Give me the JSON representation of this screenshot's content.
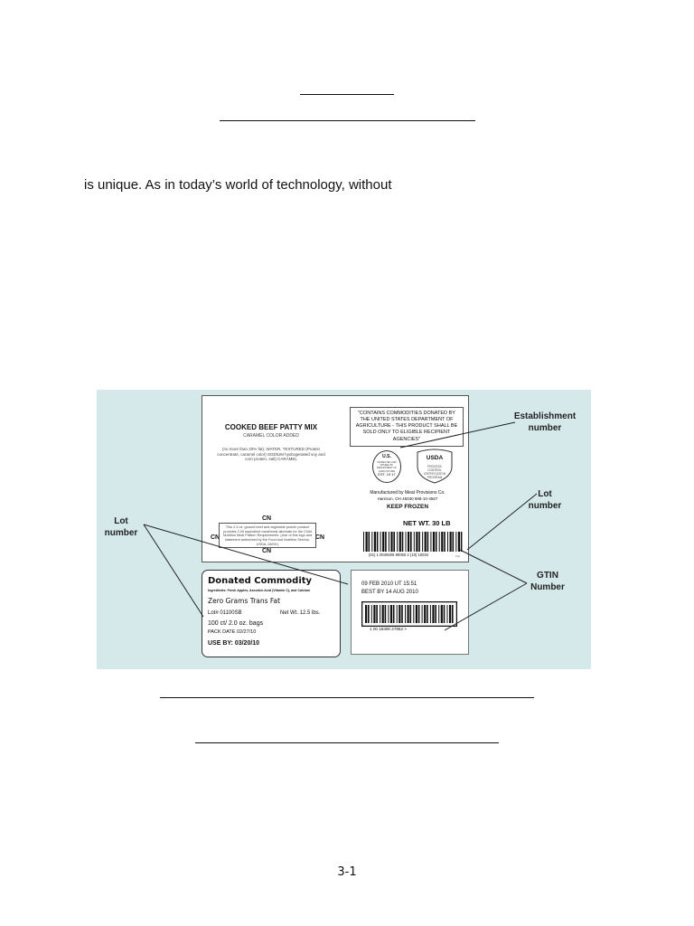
{
  "body": {
    "fragment": "is unique. As in today’s world of technology, without",
    "page_number": "3-1"
  },
  "figure": {
    "top_label": {
      "product_name": "COOKED BEEF PATTY MIX",
      "color_note": "CARAMEL COLOR ADDED",
      "ingredients_text": "(no more than 20% fat), WATER, TEXTURED (Protein concentrate, caramel color) SODIUM hydrogenated soy and corn protein, salt) CARAMEL",
      "cn_marker": "CN",
      "cn_statement": "This 2.3 oz. ground beef and vegetable protein product provides 2.00 equivalent meat/meat alternate for the Child Nutrition Meal Pattern Requirements. (Use of this logo and statement authorized by the Food and Nutrition Service, USDA, 08/09.)",
      "commodity_statement": "\"CONTAINS COMMODITIES DONATED BY THE UNITED STATES DEPARTMENT OF AGRICULTURE - THIS PRODUCT SHALL BE SOLD ONLY TO ELIGIBLE RECIPIENT AGENCIES\"",
      "inspection_seal": {
        "top": "U.S.",
        "middle": "INSPECTED AND PASSED BY DEPARTMENT OF AGRICULTURE",
        "est": "EST. 19 17"
      },
      "usda_shield": {
        "title": "USDA",
        "text": "PROCESS CONTROL CERTIFICATION PROGRAM"
      },
      "manufacturer": "Manufactured by Meat Provisions Co.",
      "address": "Harrison, OH 45030 888-10-4567",
      "keep_frozen": "KEEP FROZEN",
      "net_weight": "NET WT. 30 LB",
      "barcode_text": "(01) 1 0049405 90050 2 (10) 10034",
      "barcode_small": "2.pt"
    },
    "donated_label": {
      "title": "Donated Commodity",
      "ingredients": "Ingredients: Fresh Apples, Ascorbic Acid (Vitamin C), and Calcium",
      "trans_fat": "Zero Grams Trans Fat",
      "lot": "Lot# 01100SB",
      "net_wt": "Net Wt. 12.5 lbs.",
      "count": "100 ct/ 2.0 oz. bags",
      "pack_date": "PACK DATE 02/27/10",
      "use_by": "USE BY: 03/20/10"
    },
    "case_label": {
      "date_line": "09 FEB 2010 UT 15:51",
      "best_by": "BEST BY 14 AUG 2010",
      "barcode_digits": "1 00 18300 27852 >"
    },
    "callouts": {
      "establishment": "Establishment number",
      "lot_right": "Lot number",
      "gtin": "GTIN Number",
      "lot_left": "Lot number"
    }
  }
}
